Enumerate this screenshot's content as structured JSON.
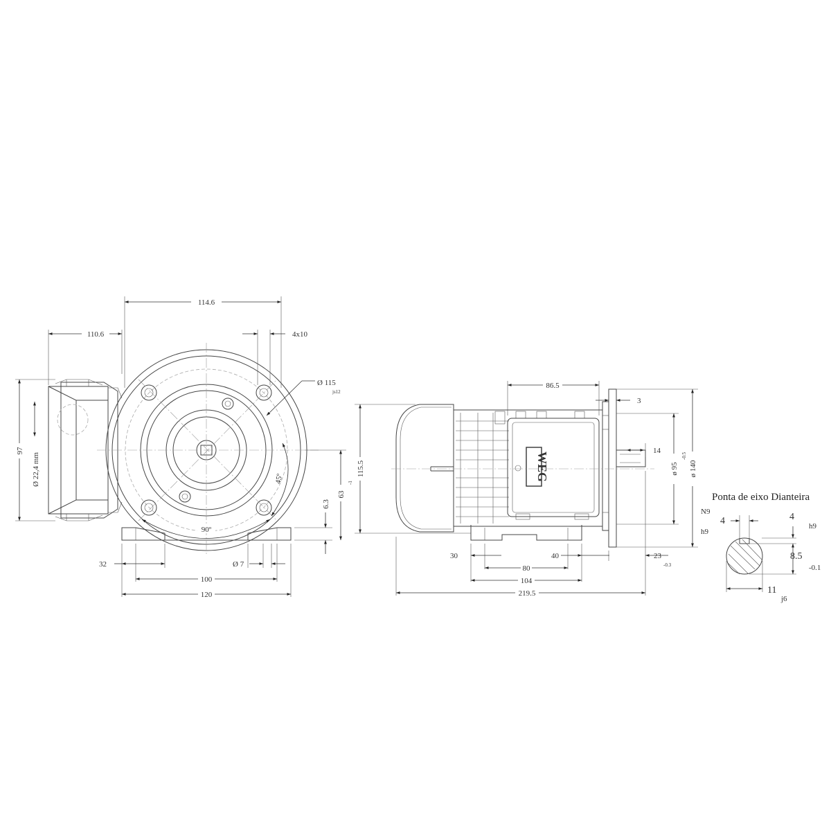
{
  "front_view": {
    "dim_114_6": "114.6",
    "dim_110_6": "110.6",
    "dim_4x10": "4x10",
    "dim_dia115": "Ø 115",
    "dim_dia115_tol": "js12",
    "dim_97": "97",
    "dim_cable": "Ø 22,4 mm",
    "dim_45deg": "45º",
    "dim_90deg": "90º",
    "dim_6_3": "6.3",
    "dim_63": "63",
    "dim_63_tol": "-1",
    "dim_32": "32",
    "dim_dia7": "Ø  7",
    "dim_100": "100",
    "dim_120": "120"
  },
  "side_view": {
    "dim_86_5": "86.5",
    "dim_3": "3",
    "dim_115_5": "115.5",
    "dim_14": "14",
    "dim_dia95": "ø  95",
    "dim_dia95_tol": "-0.5",
    "dim_dia140": "ø  140",
    "dim_30": "30",
    "dim_40": "40",
    "dim_23": "23",
    "dim_23_tol": "-0.3",
    "dim_80": "80",
    "dim_104": "104",
    "dim_219_5": "219.5",
    "brand_logo": "WEG"
  },
  "shaft_detail": {
    "title": "Ponta de eixo Dianteira",
    "tol_n9": "N9",
    "tol_h9_left": "h9",
    "dim_4_left": "4",
    "dim_4_right": "4",
    "tol_h9_right": "h9",
    "dim_8_5": "8.5",
    "dim_8_5_tol": "-0.1",
    "dim_11": "11",
    "dim_11_tol": "j6"
  }
}
